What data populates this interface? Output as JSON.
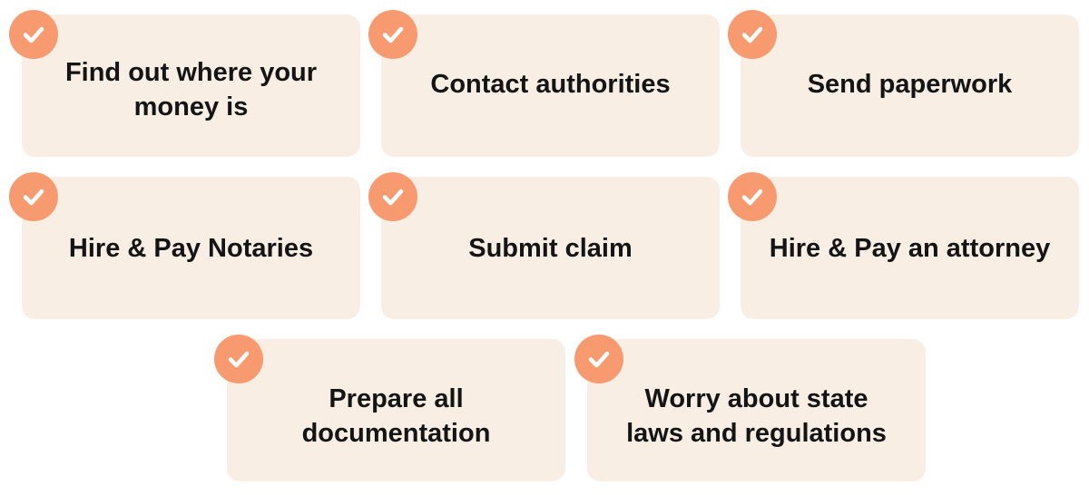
{
  "cards": [
    {
      "label": "Find out where your\nmoney is"
    },
    {
      "label": "Contact authorities"
    },
    {
      "label": "Send paperwork"
    },
    {
      "label": "Hire & Pay Notaries"
    },
    {
      "label": "Submit claim"
    },
    {
      "label": "Hire & Pay an attorney"
    },
    {
      "label": "Prepare all\ndocumentation"
    },
    {
      "label": "Worry about state\nlaws and regulations"
    }
  ],
  "colors": {
    "card_background": "#f8eee4",
    "badge": "#f89a70",
    "checkmark": "#ffffff",
    "text": "#141414"
  },
  "icons": {
    "badge": "checkmark-icon"
  }
}
